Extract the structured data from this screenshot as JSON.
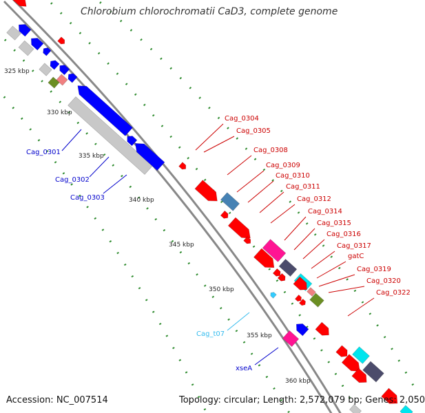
{
  "title": "Chlorobium chlorochromatii CaD3, complete genome",
  "footer": {
    "accession": "Accession: NC_007514",
    "topology": "Topology: circular; Length: 2,572,079 bp; Genes: 2,050"
  },
  "colors": {
    "backbone": "#888888",
    "tick_dots": "#2e8b2e",
    "forward_gene": "#ff0000",
    "reverse_gene": "#0000ff",
    "pseudogene": "#c8c8c8",
    "trna": "#33ccff",
    "steel": "#4682b4",
    "magenta": "#ff1493",
    "cyan": "#00e5ee",
    "olive": "#6b8e23",
    "slate": "#4b4b6b",
    "salmon": "#f08080"
  },
  "ticks": [
    "325 kbp",
    "330 kbp",
    "335 kbp",
    "340 kbp",
    "345 kbp",
    "350 kbp",
    "355 kbp",
    "360 kbp"
  ],
  "gene_labels": [
    {
      "label": "Cag_0304",
      "strand": "forward",
      "color": "#cc0000"
    },
    {
      "label": "Cag_0305",
      "strand": "forward",
      "color": "#cc0000"
    },
    {
      "label": "Cag_0308",
      "strand": "forward",
      "color": "#cc0000"
    },
    {
      "label": "Cag_0309",
      "strand": "forward",
      "color": "#cc0000"
    },
    {
      "label": "Cag_0310",
      "strand": "forward",
      "color": "#cc0000"
    },
    {
      "label": "Cag_0311",
      "strand": "forward",
      "color": "#cc0000"
    },
    {
      "label": "Cag_0312",
      "strand": "forward",
      "color": "#cc0000"
    },
    {
      "label": "Cag_0314",
      "strand": "forward",
      "color": "#cc0000"
    },
    {
      "label": "Cag_0315",
      "strand": "forward",
      "color": "#cc0000"
    },
    {
      "label": "Cag_0316",
      "strand": "forward",
      "color": "#cc0000"
    },
    {
      "label": "Cag_0317",
      "strand": "forward",
      "color": "#cc0000"
    },
    {
      "label": "gatC",
      "strand": "forward",
      "color": "#cc0000"
    },
    {
      "label": "Cag_0319",
      "strand": "forward",
      "color": "#cc0000"
    },
    {
      "label": "Cag_0320",
      "strand": "forward",
      "color": "#cc0000"
    },
    {
      "label": "Cag_0322",
      "strand": "forward",
      "color": "#cc0000"
    },
    {
      "label": "Cag_0301",
      "strand": "reverse",
      "color": "#0000cc"
    },
    {
      "label": "Cag_0302",
      "strand": "reverse",
      "color": "#0000cc"
    },
    {
      "label": "Cag_0303",
      "strand": "reverse",
      "color": "#0000cc"
    },
    {
      "label": "Cag_t07",
      "strand": "reverse",
      "color": "#33bbee"
    },
    {
      "label": "xseA",
      "strand": "reverse",
      "color": "#0000cc"
    }
  ]
}
